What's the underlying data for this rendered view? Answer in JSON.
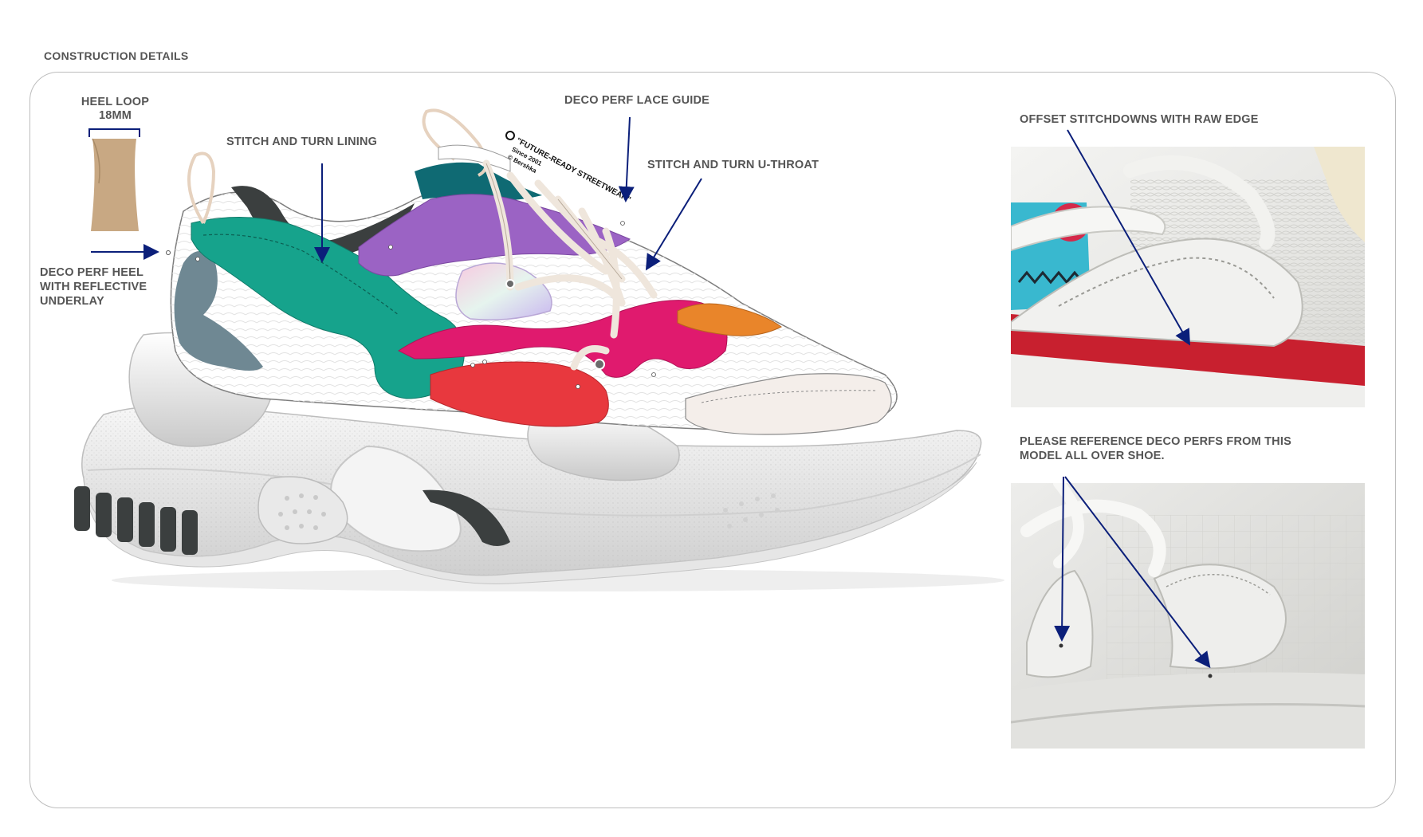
{
  "page": {
    "title": "CONSTRUCTION DETAILS"
  },
  "callouts": {
    "heel_loop_title": "HEEL LOOP",
    "heel_loop_size": "18MM",
    "deco_perf_heel": [
      "DECO PERF HEEL",
      "WITH REFLECTIVE",
      "UNDERLAY"
    ],
    "stitch_turn_lining": "STITCH AND TURN LINING",
    "deco_perf_lace_guide": "DECO PERF LACE GUIDE",
    "stitch_turn_u_throat": "STITCH AND TURN U-THROAT",
    "offset_stitchdowns": "OFFSET STITCHDOWNS WITH RAW EDGE",
    "reference_deco_perfs": [
      "PLEASE REFERENCE DECO PERFS FROM THIS",
      "MODEL ALL OVER SHOE."
    ]
  },
  "shoe_print": {
    "line1": "\"FUTURE-READY STREETWEAR\"",
    "line2": "Since 2001",
    "line3": "© Bershka"
  },
  "colors": {
    "arrow": "#0b1f7a",
    "teal": "#16a38c",
    "slate": "#6f8893",
    "purple": "#9b63c4",
    "magenta": "#e01a6e",
    "red": "#e8383e",
    "orange": "#e9852a",
    "petrol": "#0f6a73",
    "dark": "#3b3f3f",
    "heel_loop_tab": "#c8a883"
  }
}
